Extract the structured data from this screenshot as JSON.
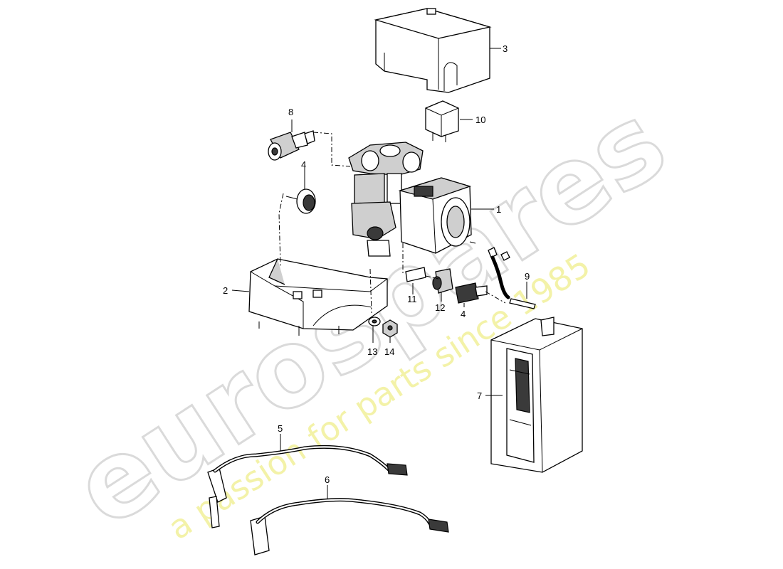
{
  "watermark": {
    "brand": "eurospares",
    "slogan": "a passion for parts since 1985",
    "brand_color": "#dcdcdc",
    "slogan_color": "#f0ef9c"
  },
  "callouts": [
    {
      "id": "1",
      "text": "1"
    },
    {
      "id": "2",
      "text": "2"
    },
    {
      "id": "3",
      "text": "3"
    },
    {
      "id": "4a",
      "text": "4"
    },
    {
      "id": "4b",
      "text": "4"
    },
    {
      "id": "5",
      "text": "5"
    },
    {
      "id": "6",
      "text": "6"
    },
    {
      "id": "7",
      "text": "7"
    },
    {
      "id": "8",
      "text": "8"
    },
    {
      "id": "9",
      "text": "9"
    },
    {
      "id": "10",
      "text": "10"
    },
    {
      "id": "11",
      "text": "11"
    },
    {
      "id": "12",
      "text": "12"
    },
    {
      "id": "13",
      "text": "13"
    },
    {
      "id": "14",
      "text": "14"
    }
  ]
}
